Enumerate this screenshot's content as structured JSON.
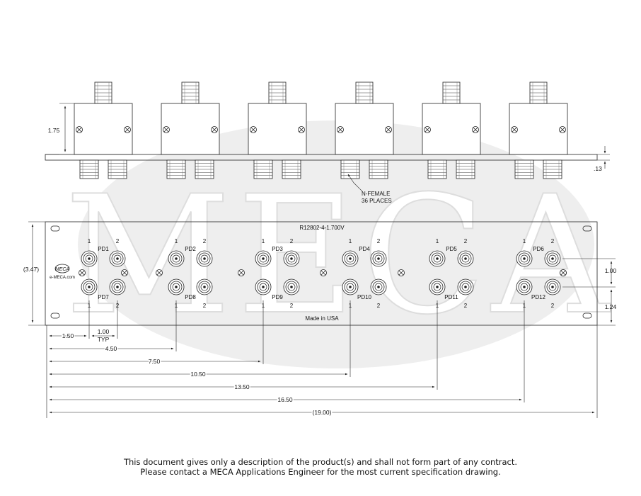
{
  "watermark": "MECA",
  "top_view": {
    "dim_height": "1.75",
    "dim_thickness": ".13",
    "connector_note_line1": "N-FEMALE",
    "connector_note_line2": "36 PLACES"
  },
  "front_view": {
    "part_number": "R12802-4-1.700V",
    "made_in": "Made in USA",
    "logo_text": "e-MECA.com",
    "overall_height": "(3.47)",
    "dim_row_spacing": "1.00",
    "dim_bottom_row": "1.24",
    "port_1": "1",
    "port_2": "2",
    "top_row_labels": [
      "PD1",
      "PD2",
      "PD3",
      "PD4",
      "PD5",
      "PD6"
    ],
    "bottom_row_labels": [
      "PD7",
      "PD8",
      "PD9",
      "PD10",
      "PD11",
      "PD12"
    ]
  },
  "dimensions": {
    "first_offset": "1.50",
    "spacing": "1.00",
    "spacing_note": "TYP",
    "d2": "4.50",
    "d3": "7.50",
    "d4": "10.50",
    "d5": "13.50",
    "d6": "16.50",
    "overall_width": "(19.00)"
  },
  "footer": {
    "line1": "This document gives only a description of the product(s) and shall not form part of any contract.",
    "line2": "Please contact a MECA Applications Engineer for the most current specification drawing."
  }
}
